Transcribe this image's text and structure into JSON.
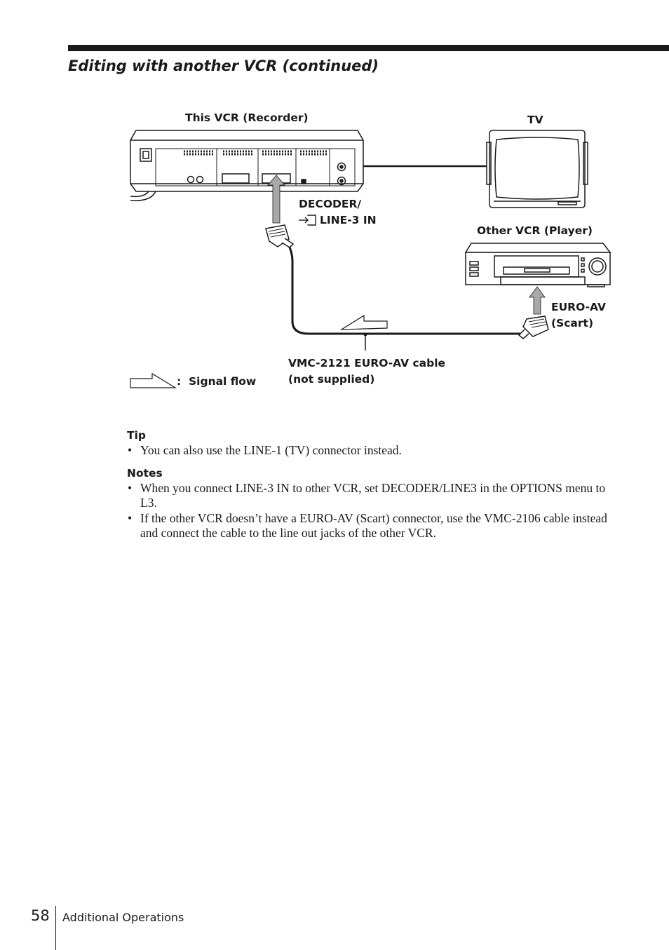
{
  "header": {
    "title": "Editing with another VCR (continued)"
  },
  "diagram": {
    "recorder_label": "This VCR (Recorder)",
    "tv_label": "TV",
    "decoder_label_line1": "DECODER/",
    "decoder_label_line2": "LINE-3 IN",
    "player_label": "Other VCR (Player)",
    "euroav_label_line1": "EURO-AV",
    "euroav_label_line2": "(Scart)",
    "cable_label_line1": "VMC-2121 EURO-AV cable",
    "cable_label_line2": "(not supplied)",
    "legend_label": ":  Signal flow"
  },
  "tip": {
    "heading": "Tip",
    "items": [
      "You can also use the LINE-1 (TV) connector instead."
    ]
  },
  "notes": {
    "heading": "Notes",
    "items": [
      "When you connect LINE-3 IN to other VCR, set DECODER/LINE3 in the OPTIONS menu to L3.",
      "If the other VCR doesn’t have a EURO-AV (Scart) connector, use the VMC-2106 cable instead and connect the cable to the line out jacks of the other VCR."
    ]
  },
  "footer": {
    "page_number": "58",
    "section": "Additional Operations"
  }
}
